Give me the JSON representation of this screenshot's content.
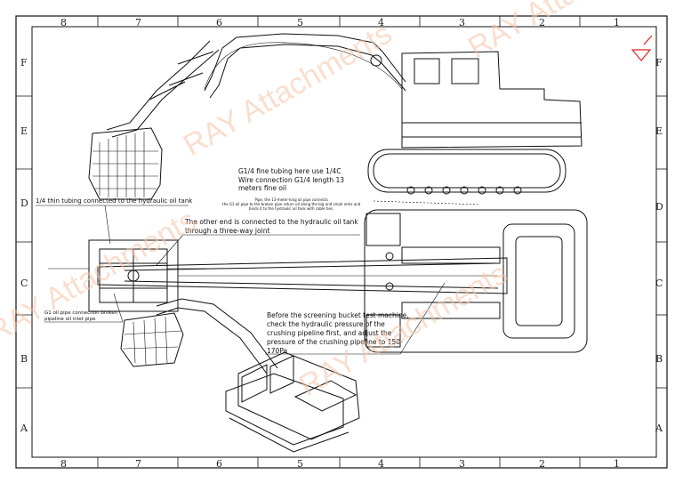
{
  "zones": {
    "columns": [
      "8",
      "7",
      "6",
      "5",
      "4",
      "3",
      "2",
      "1"
    ],
    "rows": [
      "F",
      "E",
      "D",
      "C",
      "B",
      "A"
    ]
  },
  "notes": {
    "tubing_note": "G1/4 fine tubing here use 1/4C\nWire connection G1/4 length 13\nmeters fine oil",
    "pipe_small_note": "Pipe, the 13-meter-long oil pipe connects\nthe G1 oil pipe to the broken pipe return oil along the big and small arms and\nbinds it to the hydraulic oil tank with cable ties.",
    "thin_tubing": "1/4 thin tubing connected to the hydraulic oil tank",
    "other_end": "The other end is connected to the hydraulic oil tank\nthrough a three-way joint",
    "g1_pipe": "G1 oil pipe connection broken\npipeline oil inlet pipe",
    "pressure_note": "Before the screening bucket test machine,\ncheck the hydraulic pressure of the\ncrushing pipeline first, and adjust the\npressure of the crushing pipeline to 150-\n170Pa"
  },
  "watermark": {
    "text": "RAY Attachments",
    "color": "#f5c4a8"
  }
}
